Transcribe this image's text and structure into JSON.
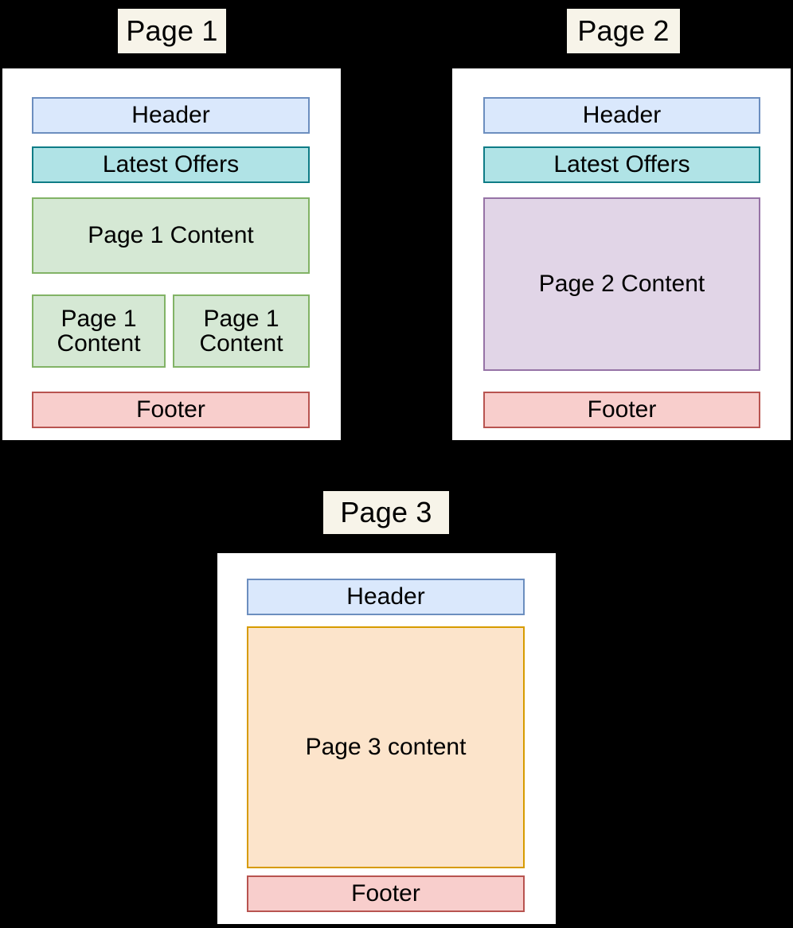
{
  "diagram": {
    "background_color": "#000000",
    "panel_color": "#FFFFFF",
    "label_chip_color": "#F7F4E9"
  },
  "palette": {
    "header_fill": "#DAE8FC",
    "header_stroke": "#6C8EBF",
    "offers_fill": "#B0E3E6",
    "offers_stroke": "#0E7C86",
    "green_fill": "#D5E8D4",
    "green_stroke": "#82B366",
    "purple_fill": "#E1D5E7",
    "purple_stroke": "#9673A6",
    "orange_fill": "#FCE4CB",
    "orange_stroke": "#D79B00",
    "footer_fill": "#F8CECC",
    "footer_stroke": "#B85450"
  },
  "pages": [
    {
      "id": "page-1",
      "label": "Page 1",
      "blocks": [
        {
          "name": "header",
          "text": "Header"
        },
        {
          "name": "latest-offers",
          "text": "Latest Offers"
        },
        {
          "name": "content-main",
          "text": "Page 1 Content"
        },
        {
          "name": "content-left",
          "text": "Page 1\nContent"
        },
        {
          "name": "content-right",
          "text": "Page 1\nContent"
        },
        {
          "name": "footer",
          "text": "Footer"
        }
      ]
    },
    {
      "id": "page-2",
      "label": "Page 2",
      "blocks": [
        {
          "name": "header",
          "text": "Header"
        },
        {
          "name": "latest-offers",
          "text": "Latest Offers"
        },
        {
          "name": "content-main",
          "text": "Page 2 Content"
        },
        {
          "name": "footer",
          "text": "Footer"
        }
      ]
    },
    {
      "id": "page-3",
      "label": "Page 3",
      "blocks": [
        {
          "name": "header",
          "text": "Header"
        },
        {
          "name": "content-main",
          "text": "Page 3 content"
        },
        {
          "name": "footer",
          "text": "Footer"
        }
      ]
    }
  ]
}
